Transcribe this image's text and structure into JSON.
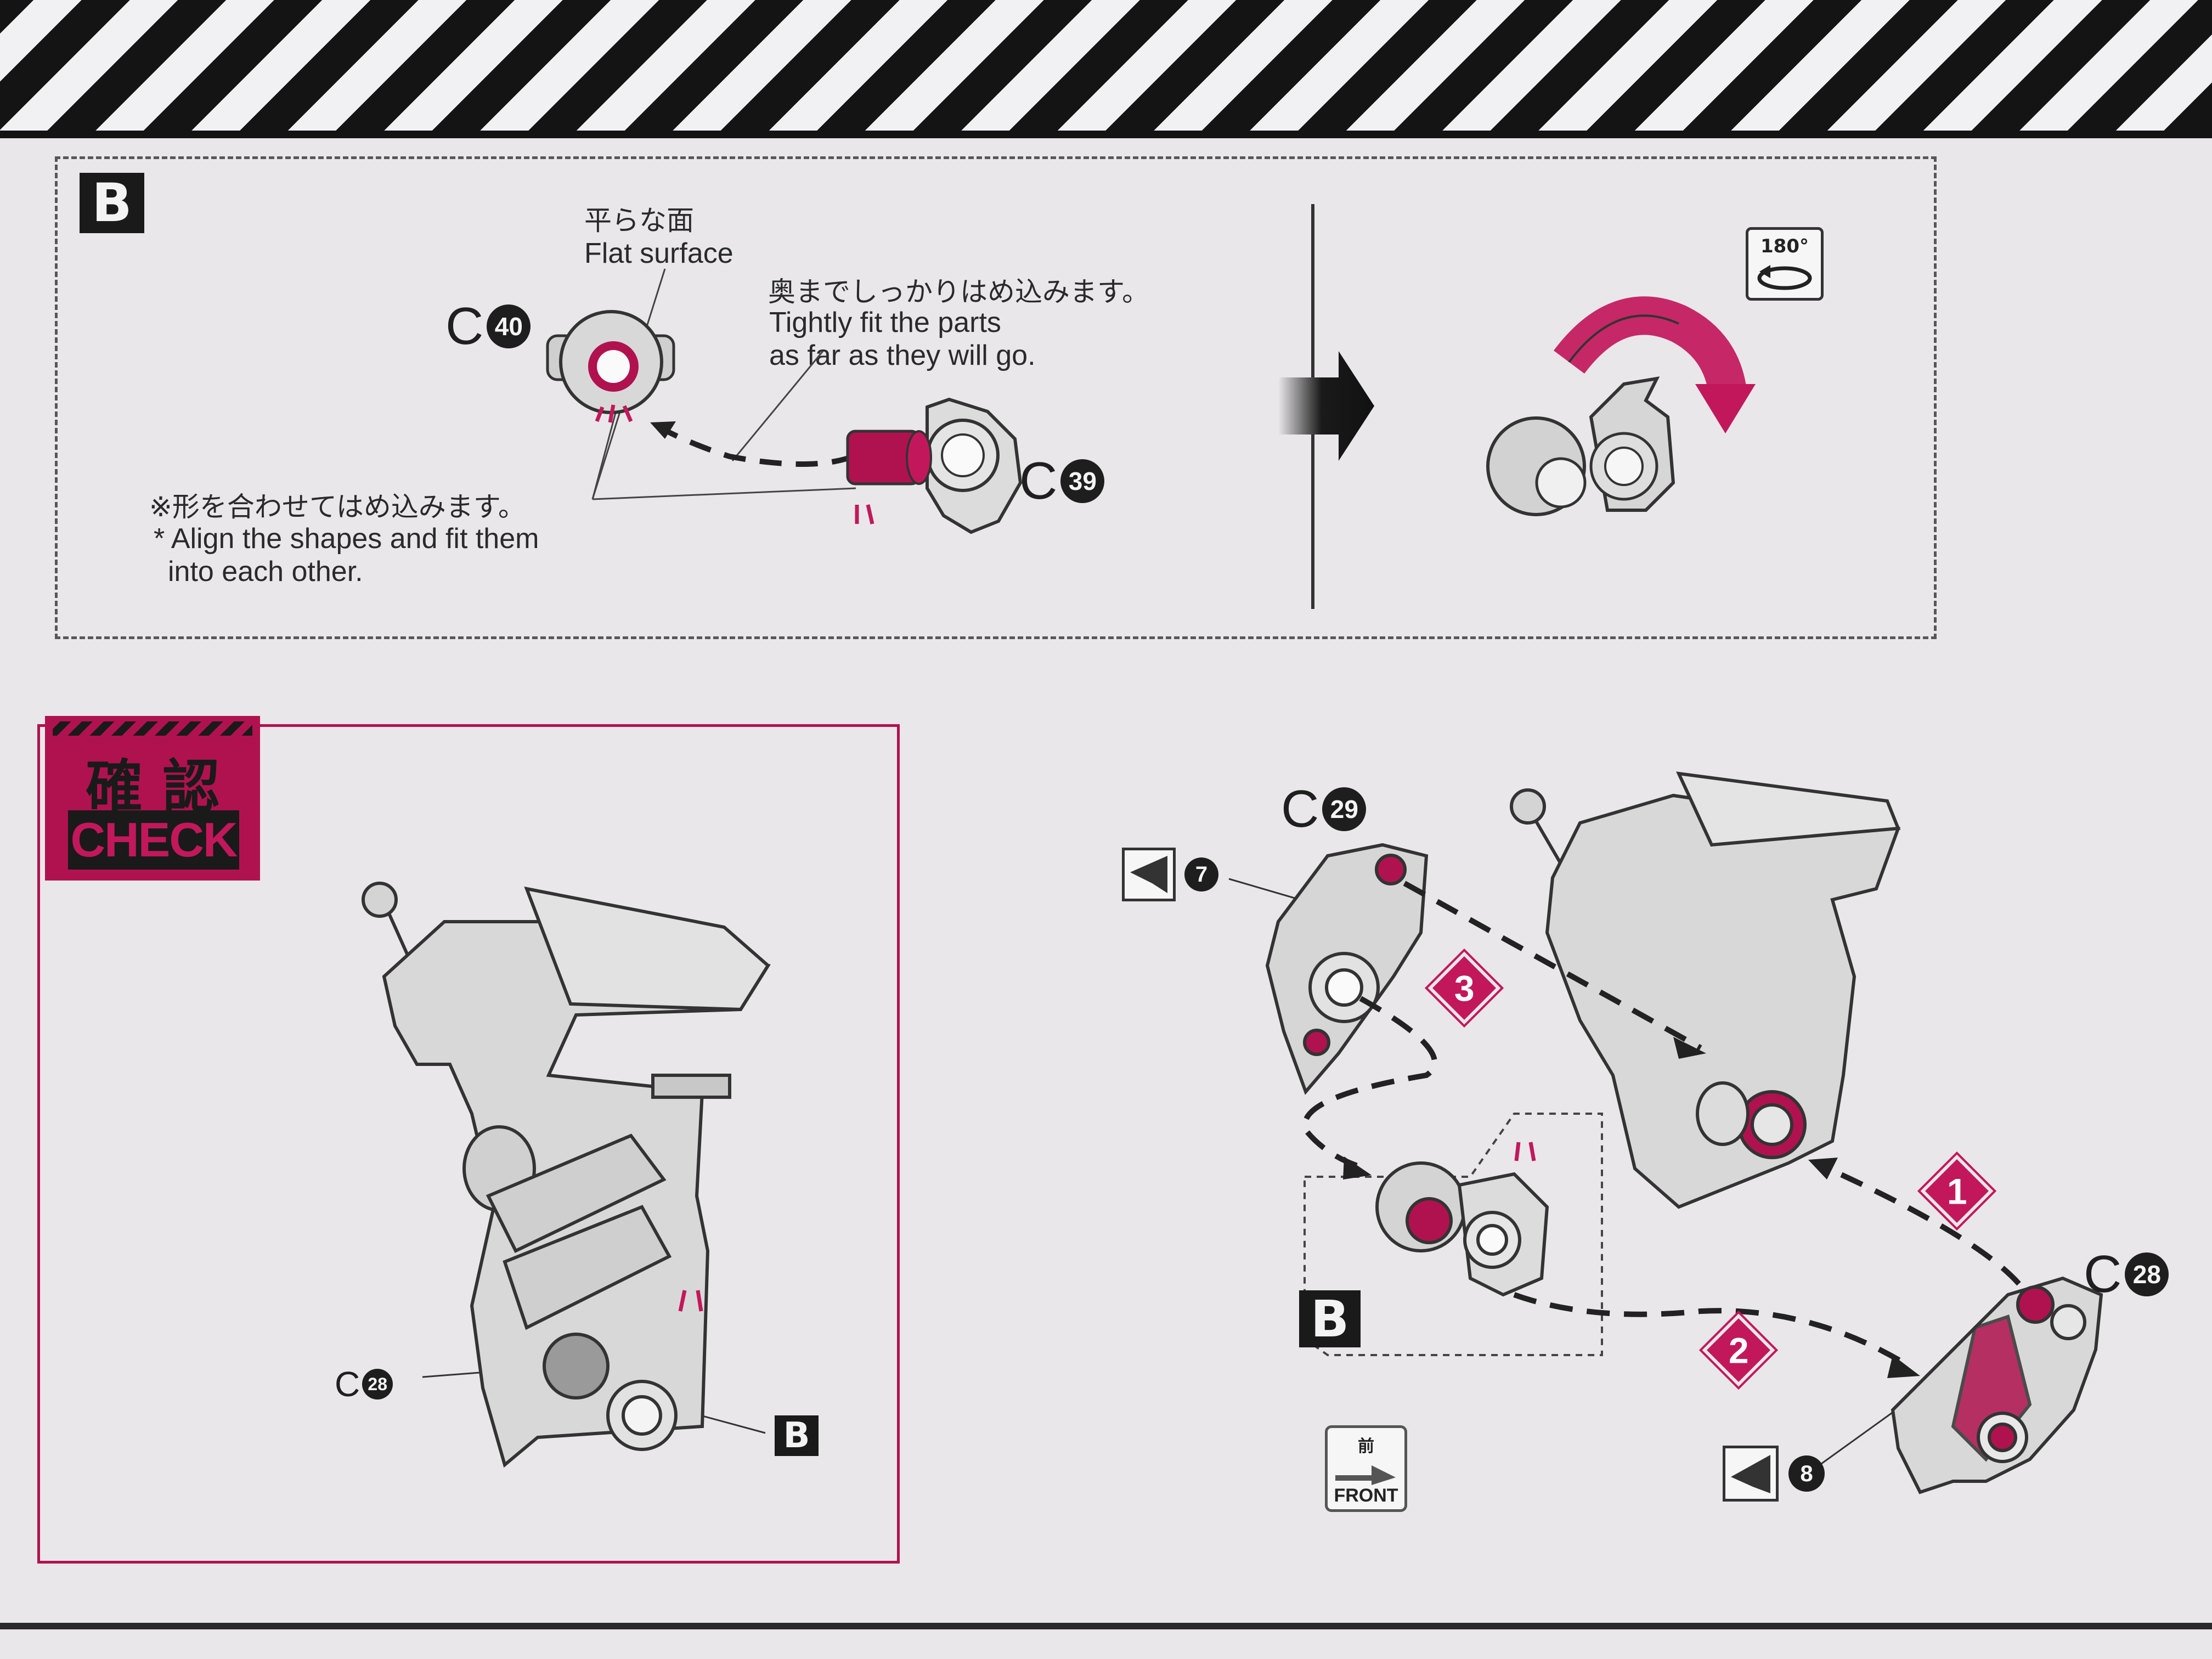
{
  "step_b": {
    "badge": "B",
    "part_c40": {
      "letter": "C",
      "num": "40"
    },
    "part_c39": {
      "letter": "C",
      "num": "39"
    },
    "flat_surface_jp": "平らな面",
    "flat_surface_en": "Flat surface",
    "fit_tight_jp": "奥までしっかりはめ込みます。",
    "fit_tight_en_1": "Tightly fit the parts",
    "fit_tight_en_2": "as far as they will go.",
    "align_jp": "※形を合わせてはめ込みます。",
    "align_en_1": "* Align the shapes and fit them",
    "align_en_2": "into each other.",
    "rotate_label": "180°"
  },
  "check": {
    "title_jp": "確 認",
    "title_en": "CHECK",
    "label_c28": {
      "letter": "C",
      "num": "28"
    },
    "label_b": "B"
  },
  "assembly": {
    "part_c29": {
      "letter": "C",
      "num": "29"
    },
    "part_c28": {
      "letter": "C",
      "num": "28"
    },
    "seal_7": "7",
    "seal_8": "8",
    "steps": [
      "1",
      "2",
      "3"
    ],
    "sub_badge": "B",
    "front_jp": "前",
    "front_en": "FRONT"
  },
  "colors": {
    "accent": "#c2185b",
    "ink": "#1a1a1a",
    "paper": "#e9e7ea"
  }
}
